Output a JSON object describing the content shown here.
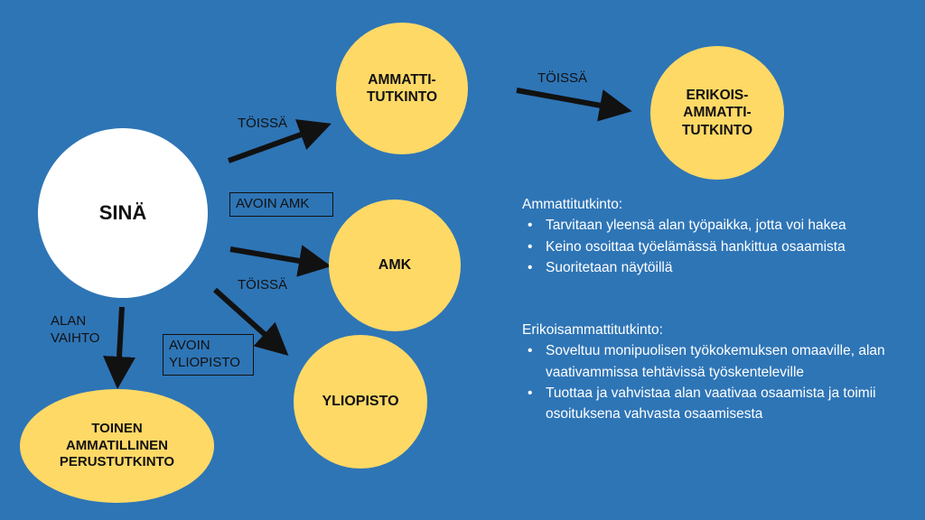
{
  "nodes": {
    "sina": "SINÄ",
    "ammattitutkinto": "AMMATTI-\nTUTKINTO",
    "erikoisammattitutkinto": "ERIKOIS-\nAMMATTI-\nTUTKINTO",
    "amk": "AMK",
    "yliopisto": "YLIOPISTO",
    "toinen": "TOINEN\nAMMATILLINEN\nPERUSTUTKINTO"
  },
  "edge_labels": {
    "toissa_1": "TÖISSÄ",
    "toissa_2": "TÖISSÄ",
    "toissa_3": "TÖISSÄ",
    "avoin_amk": "AVOIN AMK",
    "avoin_yliopisto": "AVOIN\nYLIOPISTO",
    "alan_vaihto": "ALAN\nVAIHTO"
  },
  "info": {
    "ammattitutkinto": {
      "title": "Ammattitutkinto:",
      "items": [
        "Tarvitaan yleensä alan työpaikka, jotta voi hakea",
        "Keino osoittaa työelämässä hankittua osaamista",
        "Suoritetaan näytöillä"
      ]
    },
    "erikoisammattitutkinto": {
      "title": "Erikoisammattitutkinto:",
      "items": [
        "Soveltuu monipuolisen työkokemuksen omaaville, alan vaativammissa tehtävissä työskenteleville",
        "Tuottaa ja vahvistaa alan vaativaa osaamista ja toimii osoituksena vahvasta osaamisesta"
      ]
    }
  },
  "colors": {
    "background": "#2e75b6",
    "node_fill": "#ffd966",
    "center_fill": "#ffffff",
    "arrow": "#111111"
  }
}
